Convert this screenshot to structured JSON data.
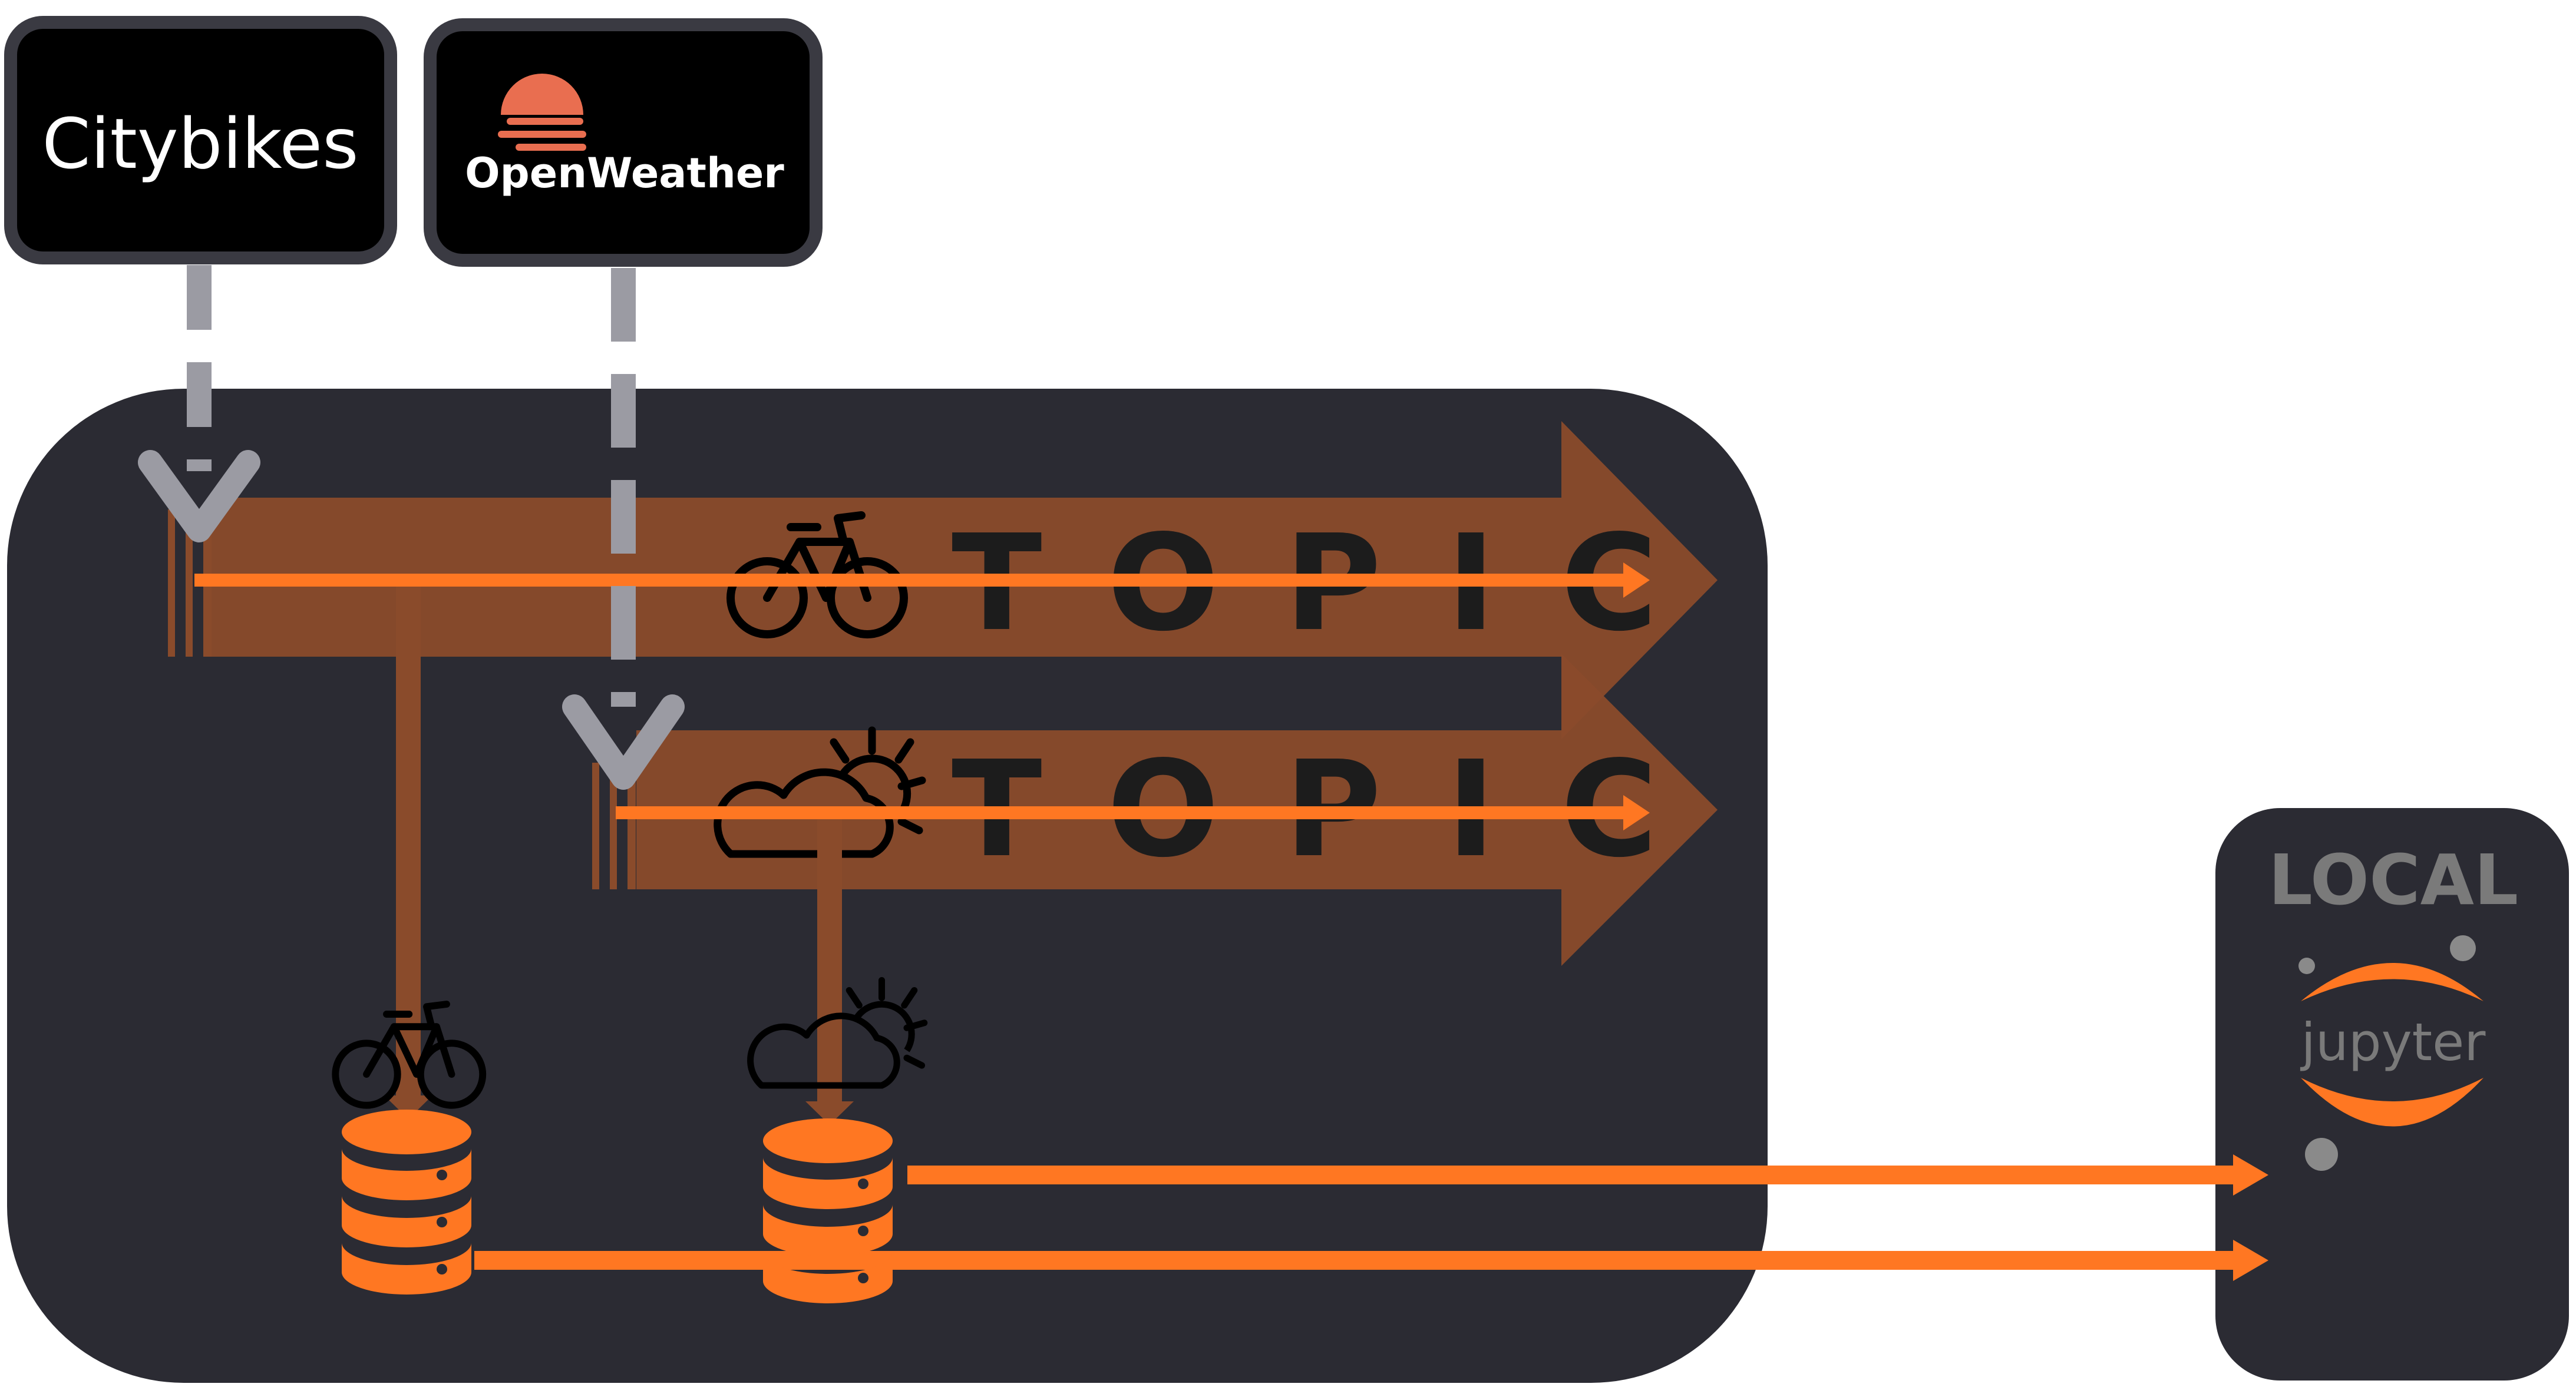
{
  "sources": {
    "citybikes_label": "Citybikes",
    "openweather_label": "OpenWeather"
  },
  "topics": {
    "bikes_label": "TOPIC",
    "weather_label": "TOPIC"
  },
  "local": {
    "label": "LOCAL",
    "jupyter_label": "jupyter"
  },
  "colors": {
    "accent": "#ff7722",
    "topic_band": "#8a4b2b",
    "panel": "#2b2b33",
    "connector": "#9b9ba3"
  },
  "icons": {
    "bike": "bicycle-icon",
    "weather": "cloud-sun-icon",
    "database": "database-icon",
    "sun": "sunset-icon"
  }
}
